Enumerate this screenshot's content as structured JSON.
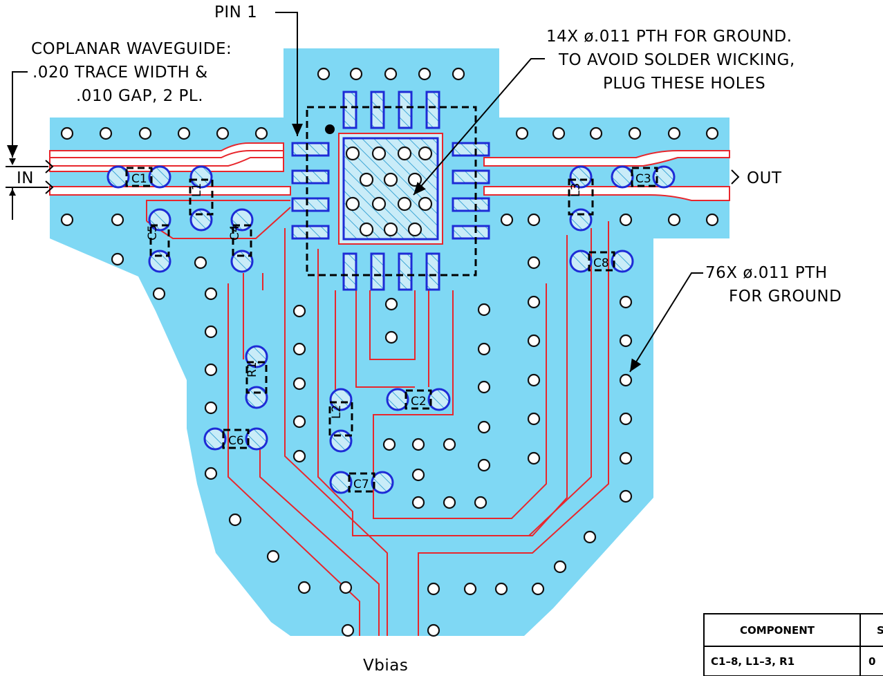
{
  "labels": {
    "pin1": "PIN 1",
    "cpw_line1": "COPLANAR WAVEGUIDE:",
    "cpw_line2": ".020 TRACE WIDTH &",
    "cpw_line3": ".010 GAP, 2 PL.",
    "gnd14_line1": "14X ø.011 PTH FOR GROUND.",
    "gnd14_line2": "TO AVOID SOLDER WICKING,",
    "gnd14_line3": "PLUG THESE HOLES",
    "gnd76_line1": "76X ø.011 PTH",
    "gnd76_line2": "FOR GROUND",
    "in": "IN",
    "out": "OUT",
    "vbias": "Vbias"
  },
  "components": {
    "c1": "C1",
    "c2": "C2",
    "c3": "C3",
    "c4": "C4",
    "c5": "C5",
    "c6": "C6",
    "c7": "C7",
    "c8": "C8",
    "l1": "L1",
    "l2": "L2",
    "l3": "L3",
    "r1": "R1"
  },
  "table": {
    "header_component": "COMPONENT",
    "header_size_partial": "S",
    "row1_component": "C1–8, L1–3, R1",
    "row1_size_partial": "0"
  },
  "colors": {
    "copper": "#7fd8f4",
    "trace_edge": "#e8262c",
    "pad_outline": "#1d2bd6"
  }
}
